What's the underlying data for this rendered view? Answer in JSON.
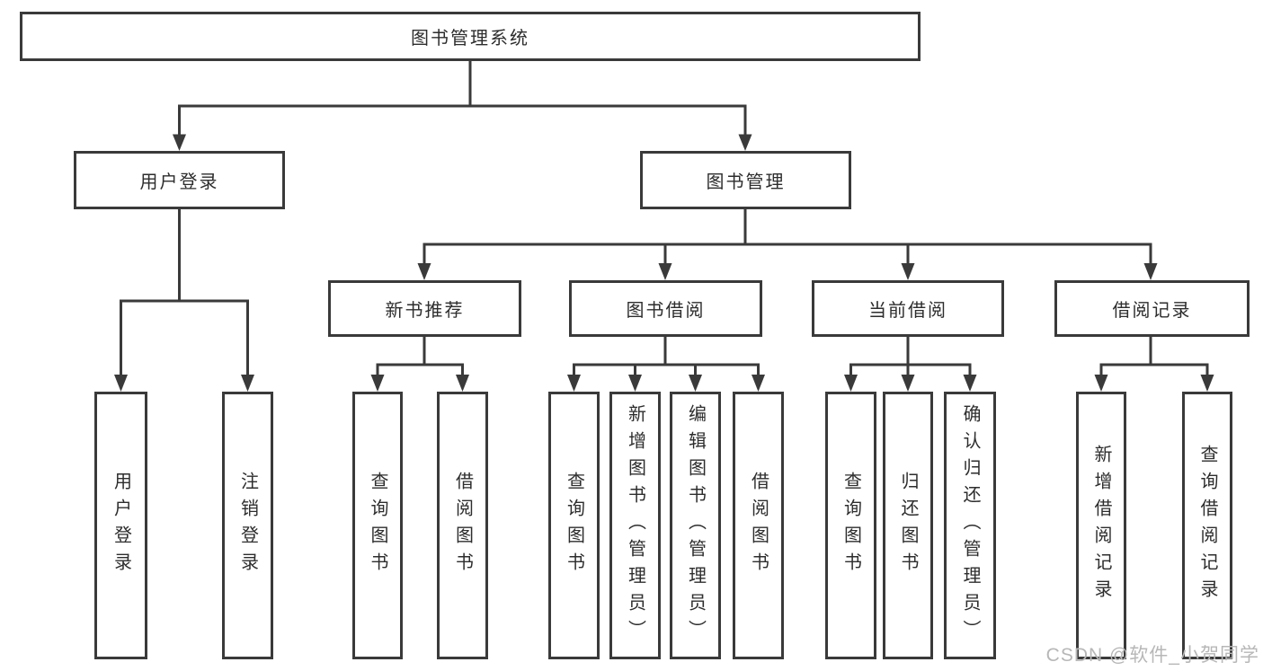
{
  "diagram_title": "图书管理系统",
  "nodes": {
    "root": "图书管理系统",
    "user_login": "用户登录",
    "book_mgmt": "图书管理",
    "login": "用户登录",
    "logout": "注销登录",
    "new_book_rec": "新书推荐",
    "book_borrow": "图书借阅",
    "current_borrow": "当前借阅",
    "borrow_record": "借阅记录",
    "nbr_query": "查询图书",
    "nbr_borrow": "借阅图书",
    "bb_query": "查询图书",
    "bb_add": "新增图书（管理员）",
    "bb_edit": "编辑图书（管理员）",
    "bb_borrow": "借阅图书",
    "cb_query": "查询图书",
    "cb_return": "归还图书",
    "cb_confirm": "确认归还（管理员）",
    "br_add": "新增借阅记录",
    "br_query": "查询借阅记录"
  },
  "watermark": "CSDN @软件_小贺同学",
  "colors": {
    "line": "#3a3a3a",
    "text": "#2d2d2d",
    "background": "#ffffff",
    "watermark": "#b7b7b7"
  }
}
